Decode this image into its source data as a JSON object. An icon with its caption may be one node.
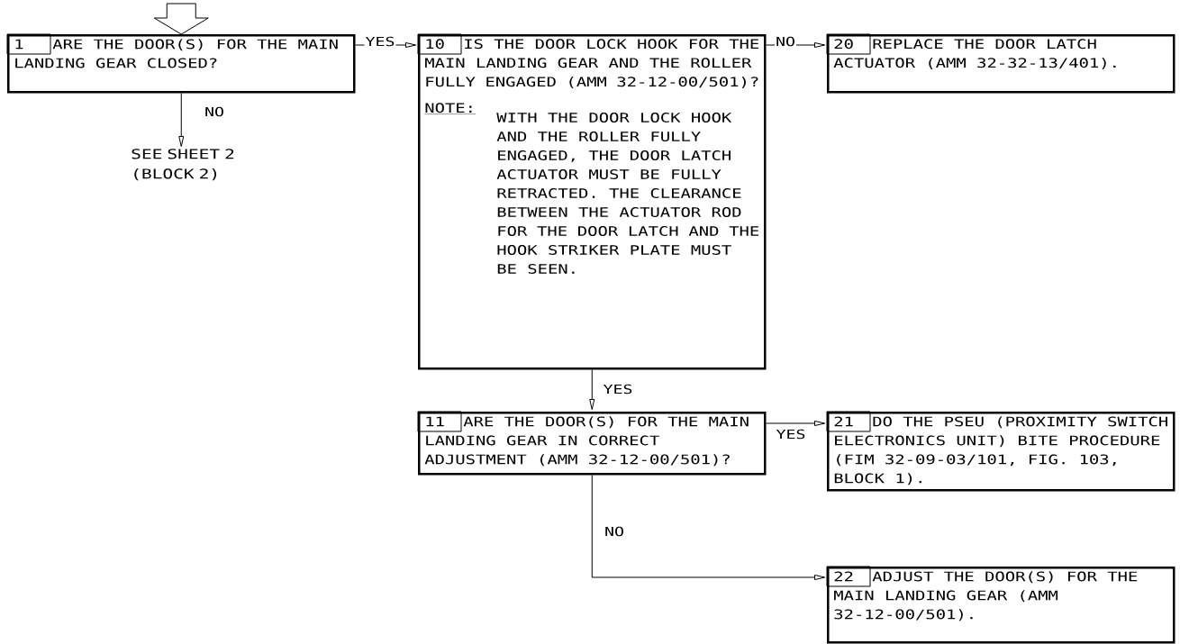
{
  "diagram": {
    "nodes": [
      {
        "text": [
          "1",
          "ARE THE DOOR(S) FOR THE MAIN LANDING GEAR CLOSED?"
        ]
      },
      {
        "text": [
          "SEE SHEET 2 (BLOCK 2)"
        ]
      },
      {
        "text": [
          "10",
          "IS THE DOOR LOCK HOOK FOR THE MAIN LANDING GEAR AND THE ROLLER FULLY ENGAGED (AMM 32-12-00/501)?",
          "NOTE:",
          "WITH THE DOOR LOCK HOOK AND THE ROLLER FULLY ENGAGED, THE DOOR LATCH ACTUATOR MUST BE FULLY RETRACTED.  THE CLEARANCE BETWEEN THE ACTUATOR ROD FOR THE DOOR LATCH AND THE HOOK STRIKER PLATE MUST BE SEEN."
        ]
      },
      {
        "text": [
          "20",
          "REPLACE THE DOOR LATCH ACTUATOR (AMM 32-32-13/401)."
        ]
      },
      {
        "text": [
          "11",
          "ARE THE DOOR(S) FOR THE MAIN LANDING GEAR IN CORRECT ADJUSTMENT (AMM 32-12-00/501)?"
        ]
      },
      {
        "text": [
          "21",
          "DO THE PSEU (PROXIMITY SWITCH ELECTRONICS UNIT) BITE PROCEDURE (FIM 32-09-03/101, FIG. 103, BLOCK 1)."
        ]
      },
      {
        "text": [
          "22",
          "ADJUST THE DOOR(S) FOR THE MAIN LANDING GEAR (AMM 32-12-00/501)."
        ]
      }
    ],
    "edges": [
      {
        "from": null,
        "to": 0,
        "arrow": "to"
      },
      {
        "from": 0,
        "to": 2,
        "arrow": "to",
        "label": "YES"
      },
      {
        "from": 0,
        "to": 1,
        "arrow": "to",
        "label": "NO"
      },
      {
        "from": 2,
        "to": 3,
        "arrow": "to",
        "label": "NO"
      },
      {
        "from": 2,
        "to": 4,
        "arrow": "to",
        "label": "YES"
      },
      {
        "from": 4,
        "to": 5,
        "arrow": "to",
        "label": "YES"
      },
      {
        "from": 4,
        "to": 6,
        "arrow": "to",
        "label": "NO"
      }
    ]
  }
}
